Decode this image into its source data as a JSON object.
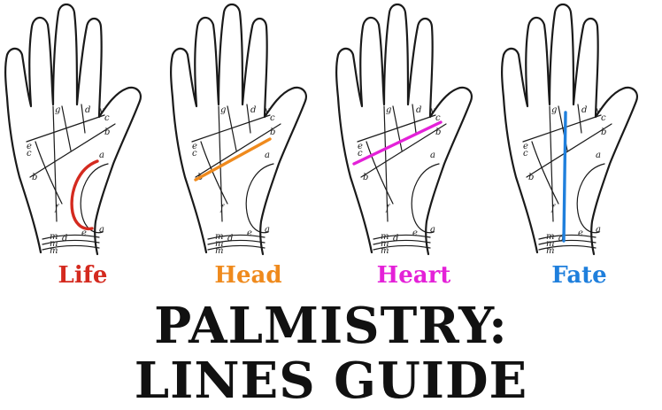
{
  "hands": [
    {
      "label": "Life",
      "color": "#d42a1f",
      "line": "life"
    },
    {
      "label": "Head",
      "color": "#ef8a1d",
      "line": "head"
    },
    {
      "label": "Heart",
      "color": "#e421d8",
      "line": "heart"
    },
    {
      "label": "Fate",
      "color": "#1f7fdc",
      "line": "fate"
    }
  ],
  "letters": [
    "a",
    "a",
    "b",
    "b",
    "c",
    "c",
    "d",
    "d",
    "e",
    "e",
    "f",
    "g",
    "m",
    "m",
    "m",
    "y"
  ],
  "title": {
    "line1": "PALMISTRY:",
    "line2": "LINES GUIDE"
  }
}
